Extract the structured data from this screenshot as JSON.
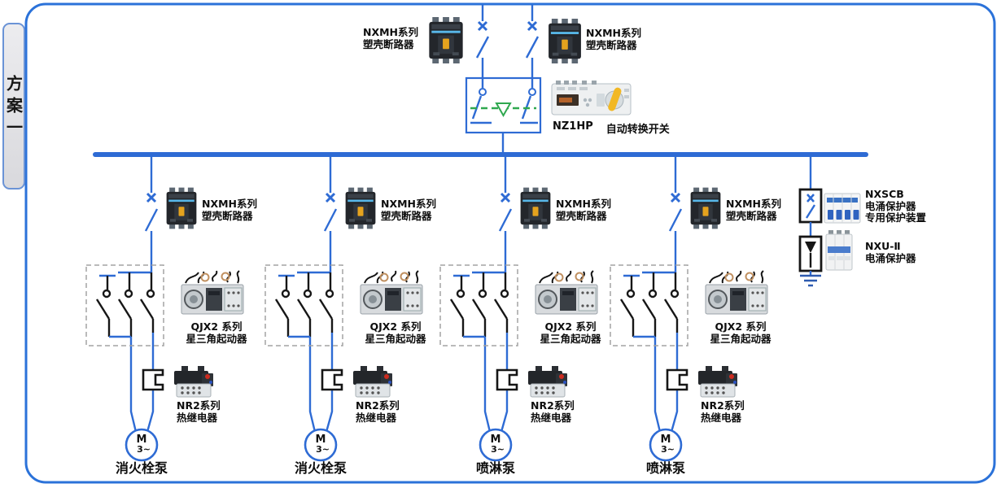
{
  "scheme_tab": "方案一",
  "incomers": {
    "left": [
      "NXMH系列",
      "塑壳断路器"
    ],
    "right": [
      "NXMH系列",
      "塑壳断路器"
    ]
  },
  "ats": {
    "model": "NZ1HP",
    "name": "自动转换开关"
  },
  "feeders": [
    {
      "breaker": [
        "NXMH系列",
        "塑壳断路器"
      ],
      "starter": [
        "QJX2 系列",
        "星三角起动器"
      ],
      "relay": [
        "NR2系列",
        "热继电器"
      ],
      "pump": "消火栓泵"
    },
    {
      "breaker": [
        "NXMH系列",
        "塑壳断路器"
      ],
      "starter": [
        "QJX2 系列",
        "星三角起动器"
      ],
      "relay": [
        "NR2系列",
        "热继电器"
      ],
      "pump": "消火栓泵"
    },
    {
      "breaker": [
        "NXMH系列",
        "塑壳断路器"
      ],
      "starter": [
        "QJX2 系列",
        "星三角起动器"
      ],
      "relay": [
        "NR2系列",
        "热继电器"
      ],
      "pump": "喷淋泵"
    },
    {
      "breaker": [
        "NXMH系列",
        "塑壳断路器"
      ],
      "starter": [
        "QJX2 系列",
        "星三角起动器"
      ],
      "relay": [
        "NR2系列",
        "热继电器"
      ],
      "pump": "喷淋泵"
    }
  ],
  "surge": {
    "breaker": [
      "NXSCB",
      "电涌保护器",
      "专用保护装置"
    ],
    "spd": [
      "NXU-Ⅱ",
      "电涌保护器"
    ]
  },
  "motor": {
    "letter": "M",
    "phase": "3~"
  },
  "colors": {
    "wire": "#2e6bd4",
    "panel_border": "#2b72d9",
    "green_dash": "#2fa84f",
    "symbol_black": "#161616"
  }
}
